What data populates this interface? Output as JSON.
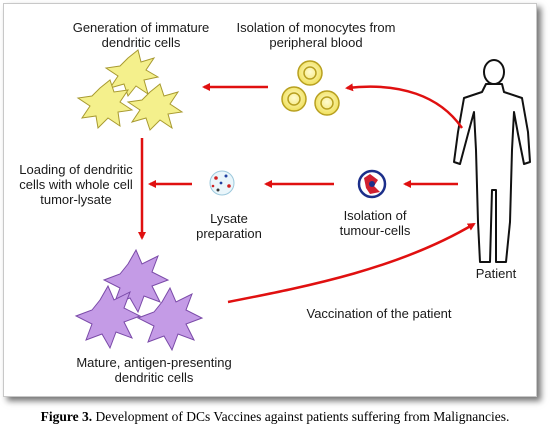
{
  "labels": {
    "immature_dc": "Generation of immature dendritic cells",
    "monocytes": "Isolation of monocytes from peripheral blood",
    "loading": "Loading of dendritic cells with whole cell tumor-lysate",
    "lysate": "Lysate preparation",
    "tumour": "Isolation of tumour-cells",
    "patient": "Patient",
    "vaccination": "Vaccination of the patient",
    "mature": "Mature, antigen-presenting dendritic cells"
  },
  "caption": {
    "figure_label": "Figure 3.",
    "text": " Development of DCs Vaccines against patients suffering from Malignancies."
  },
  "colors": {
    "arrow": "#e01010",
    "immature_cell": "#f4f08c",
    "monocyte": "#f6f07a",
    "mature_cell": "#c49be6"
  }
}
